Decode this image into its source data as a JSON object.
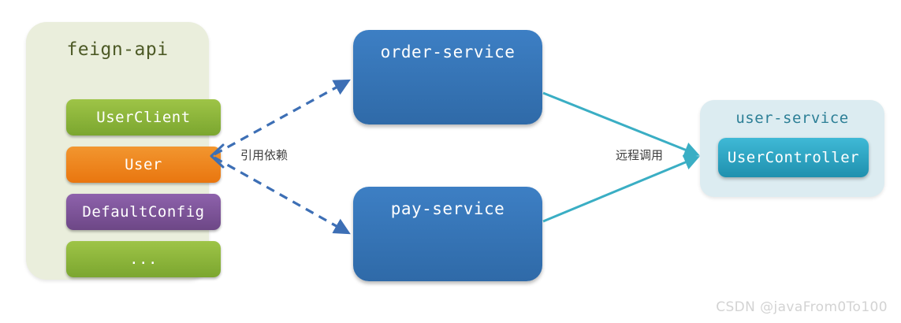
{
  "diagram": {
    "title_text": "",
    "feign_group": {
      "title": "feign-api",
      "panel_color": "#eaeedc",
      "items": [
        {
          "label": "UserClient",
          "color": "#8ebb3c",
          "style": "green"
        },
        {
          "label": "User",
          "color": "#ec8416",
          "style": "orange"
        },
        {
          "label": "DefaultConfig",
          "color": "#7d549a",
          "style": "purple"
        },
        {
          "label": "...",
          "color": "#8ebb3c",
          "style": "green"
        }
      ]
    },
    "services": [
      {
        "id": "order-service",
        "label": "order-service",
        "color": "#3573b9"
      },
      {
        "id": "pay-service",
        "label": "pay-service",
        "color": "#3573b9"
      }
    ],
    "user_service": {
      "title": "user-service",
      "panel_color": "#dcecf1",
      "controller_label": "UserController",
      "controller_color": "#2ca2bf"
    },
    "edges": [
      {
        "id": "dependency",
        "label": "引用依赖",
        "style": "dashed",
        "color": "#3d6fb5",
        "from": "feign-api",
        "to": "order-service / pay-service"
      },
      {
        "id": "remote-call",
        "label": "远程调用",
        "style": "solid",
        "color": "#3aaec4",
        "from": "order-service / pay-service",
        "to": "user-service"
      }
    ],
    "watermark": "CSDN @javaFrom0To100"
  }
}
